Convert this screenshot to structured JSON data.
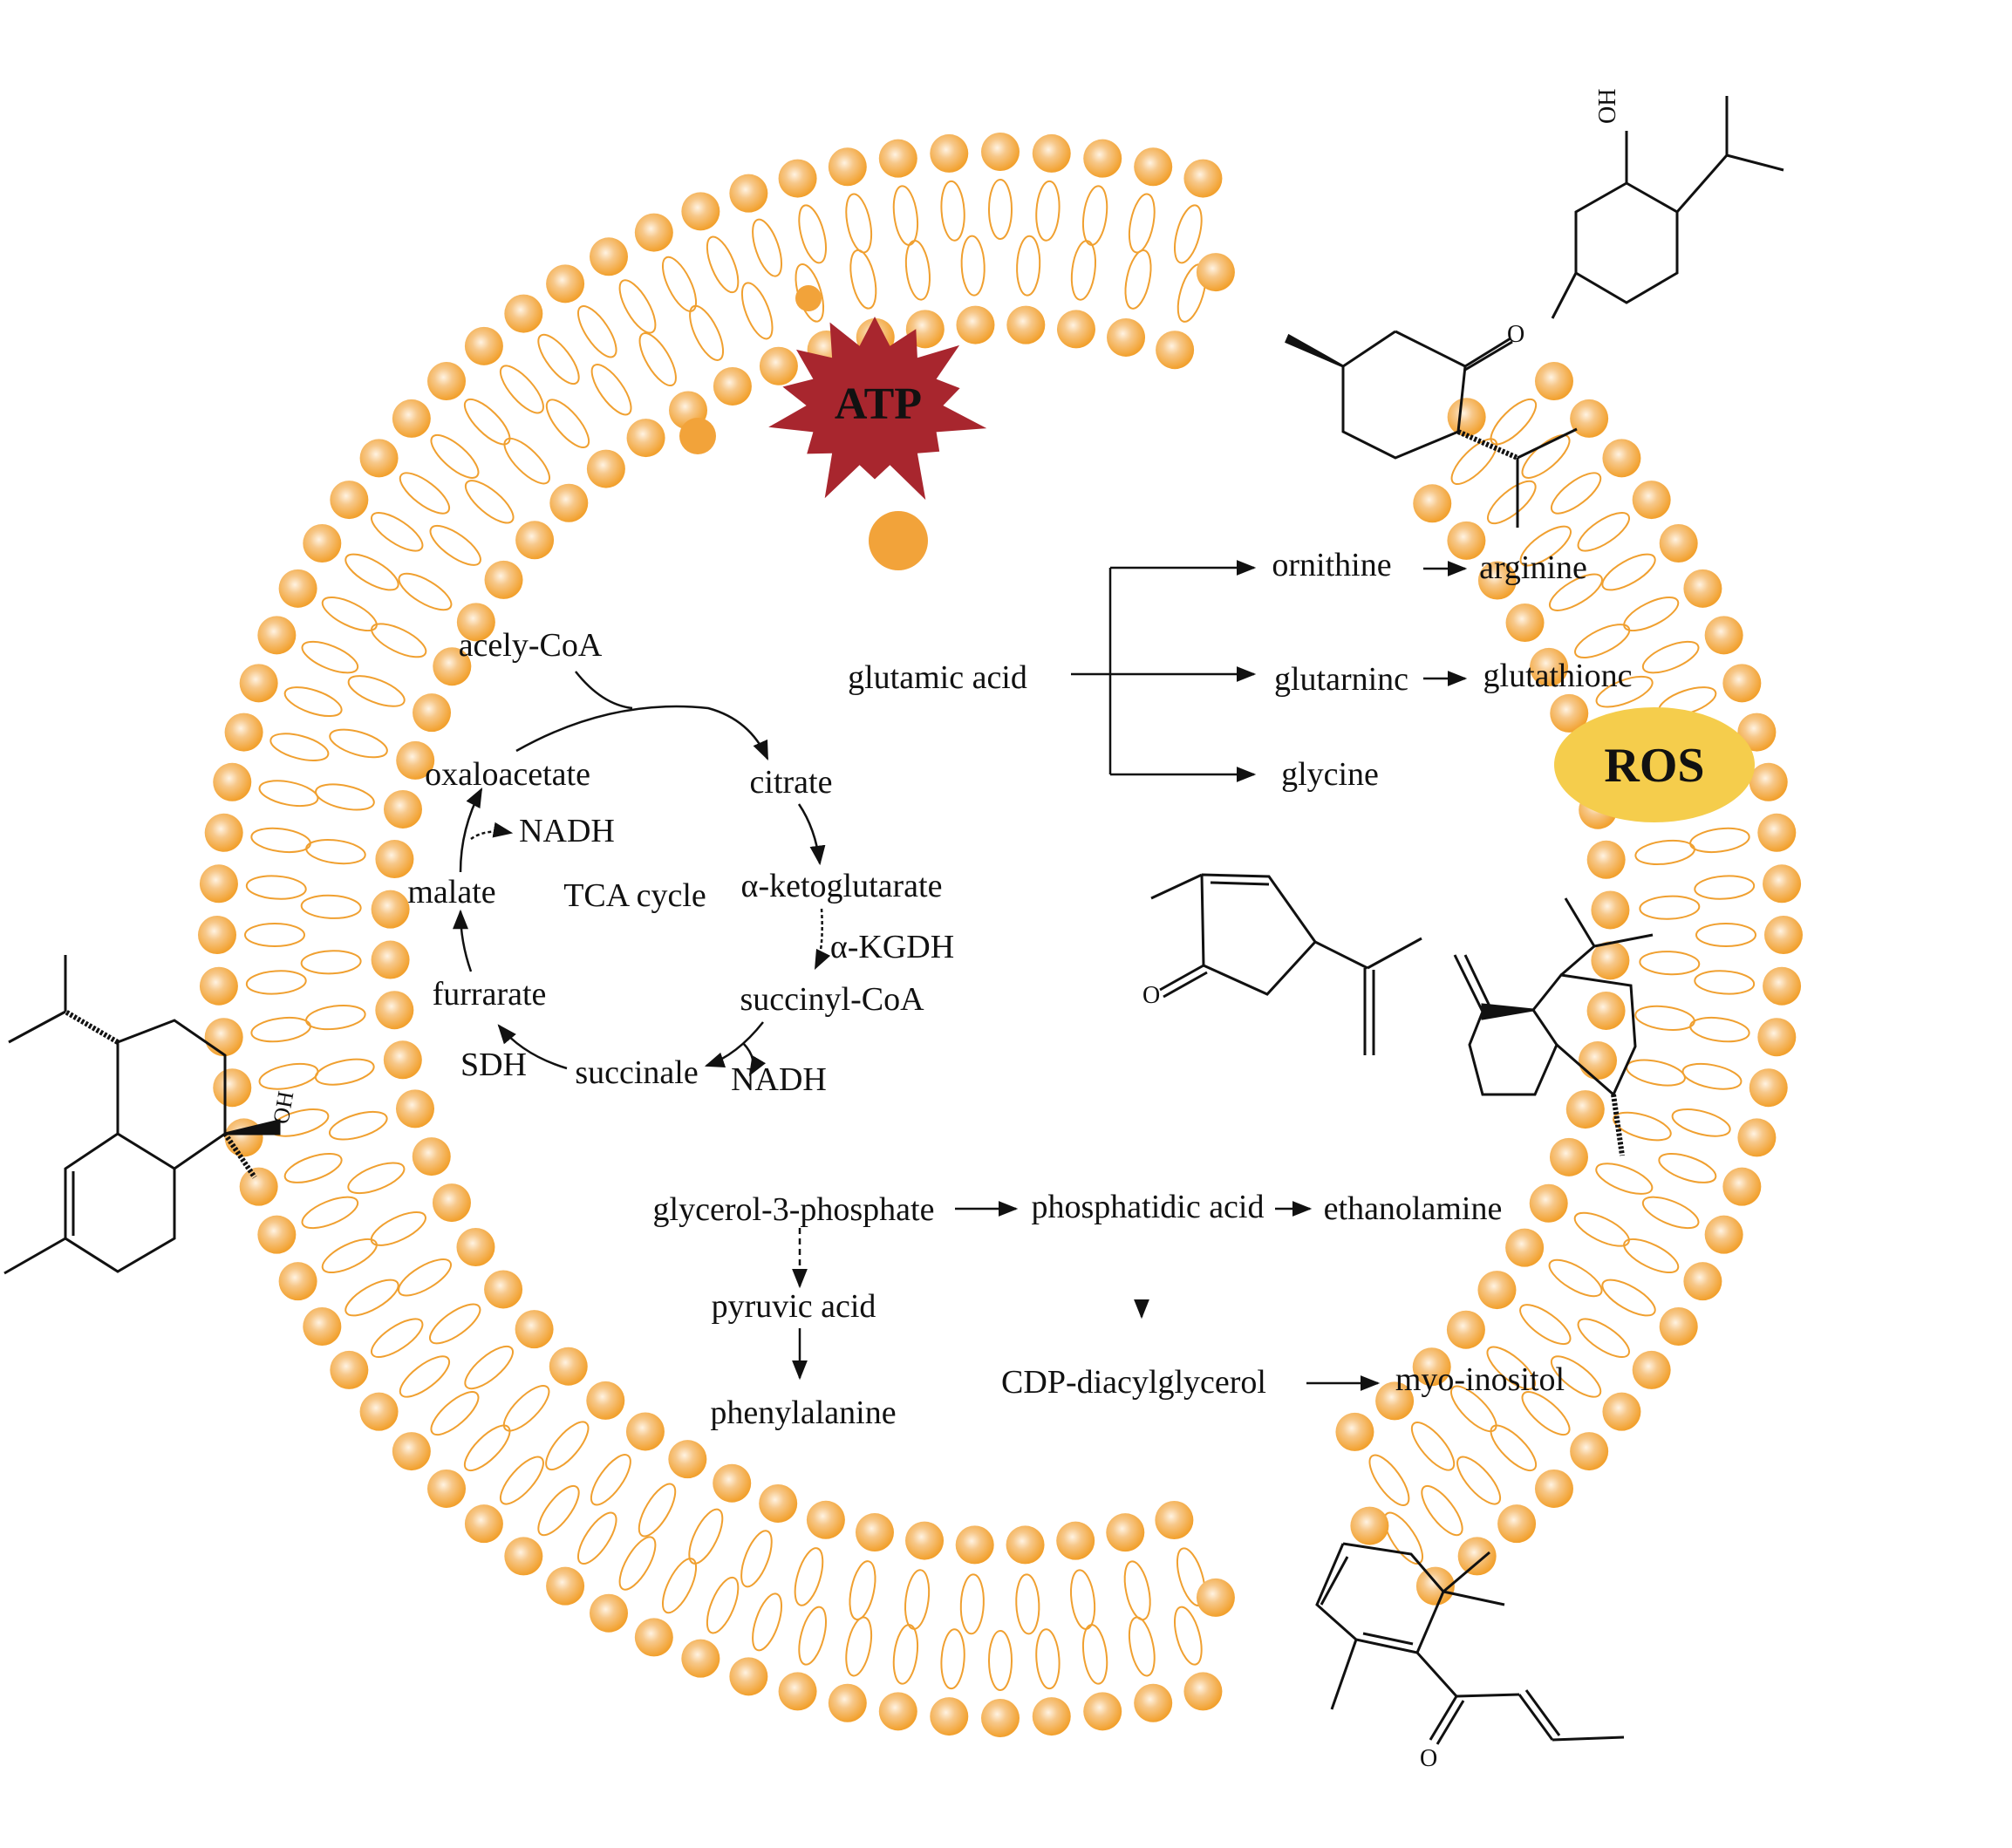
{
  "colors": {
    "head_outer": "#F5A733",
    "head_inner": "#FDE6C8",
    "tail": "#F0A030",
    "atp_star": "#A8262E",
    "ros_ellipse": "#F5CD4C",
    "line": "#111111"
  },
  "badges": {
    "atp": "ATP",
    "ros": "ROS"
  },
  "tca": {
    "acetyl": "acely-CoA",
    "cycle_label": "TCA cycle",
    "citrate": "citrate",
    "akg": "α-ketoglutarate",
    "akgdh": "α-KGDH",
    "succinyl": "succinyl-CoA",
    "nadh_right": "NADH",
    "succinate": "succinale",
    "sdh": "SDH",
    "fumarate": "furrarate",
    "malate": "malate",
    "nadh_left": "NADH",
    "oxaloacetate": "oxaloacetate"
  },
  "amino": {
    "glutamic": "glutamic acid",
    "ornithine": "ornithine",
    "arginine": "arginine",
    "glutamine": "glutarninc",
    "glutathione": "glutathionc",
    "glycine": "glycine"
  },
  "lipid": {
    "g3p": "glycerol-3-phosphate",
    "phosphatidic": "phosphatidic acid",
    "ethanolamine": "ethanolamine",
    "pyruvic": "pyruvic acid",
    "phenylalanine": "phenylalanine",
    "cdp": "CDP-diacylglycerol",
    "inositol": "myo-inositol"
  },
  "molecule_atoms": {
    "oh_top": "OH",
    "o_top": "O",
    "o_mid": "O",
    "oh_left": "OH",
    "o_bottom": "O"
  }
}
